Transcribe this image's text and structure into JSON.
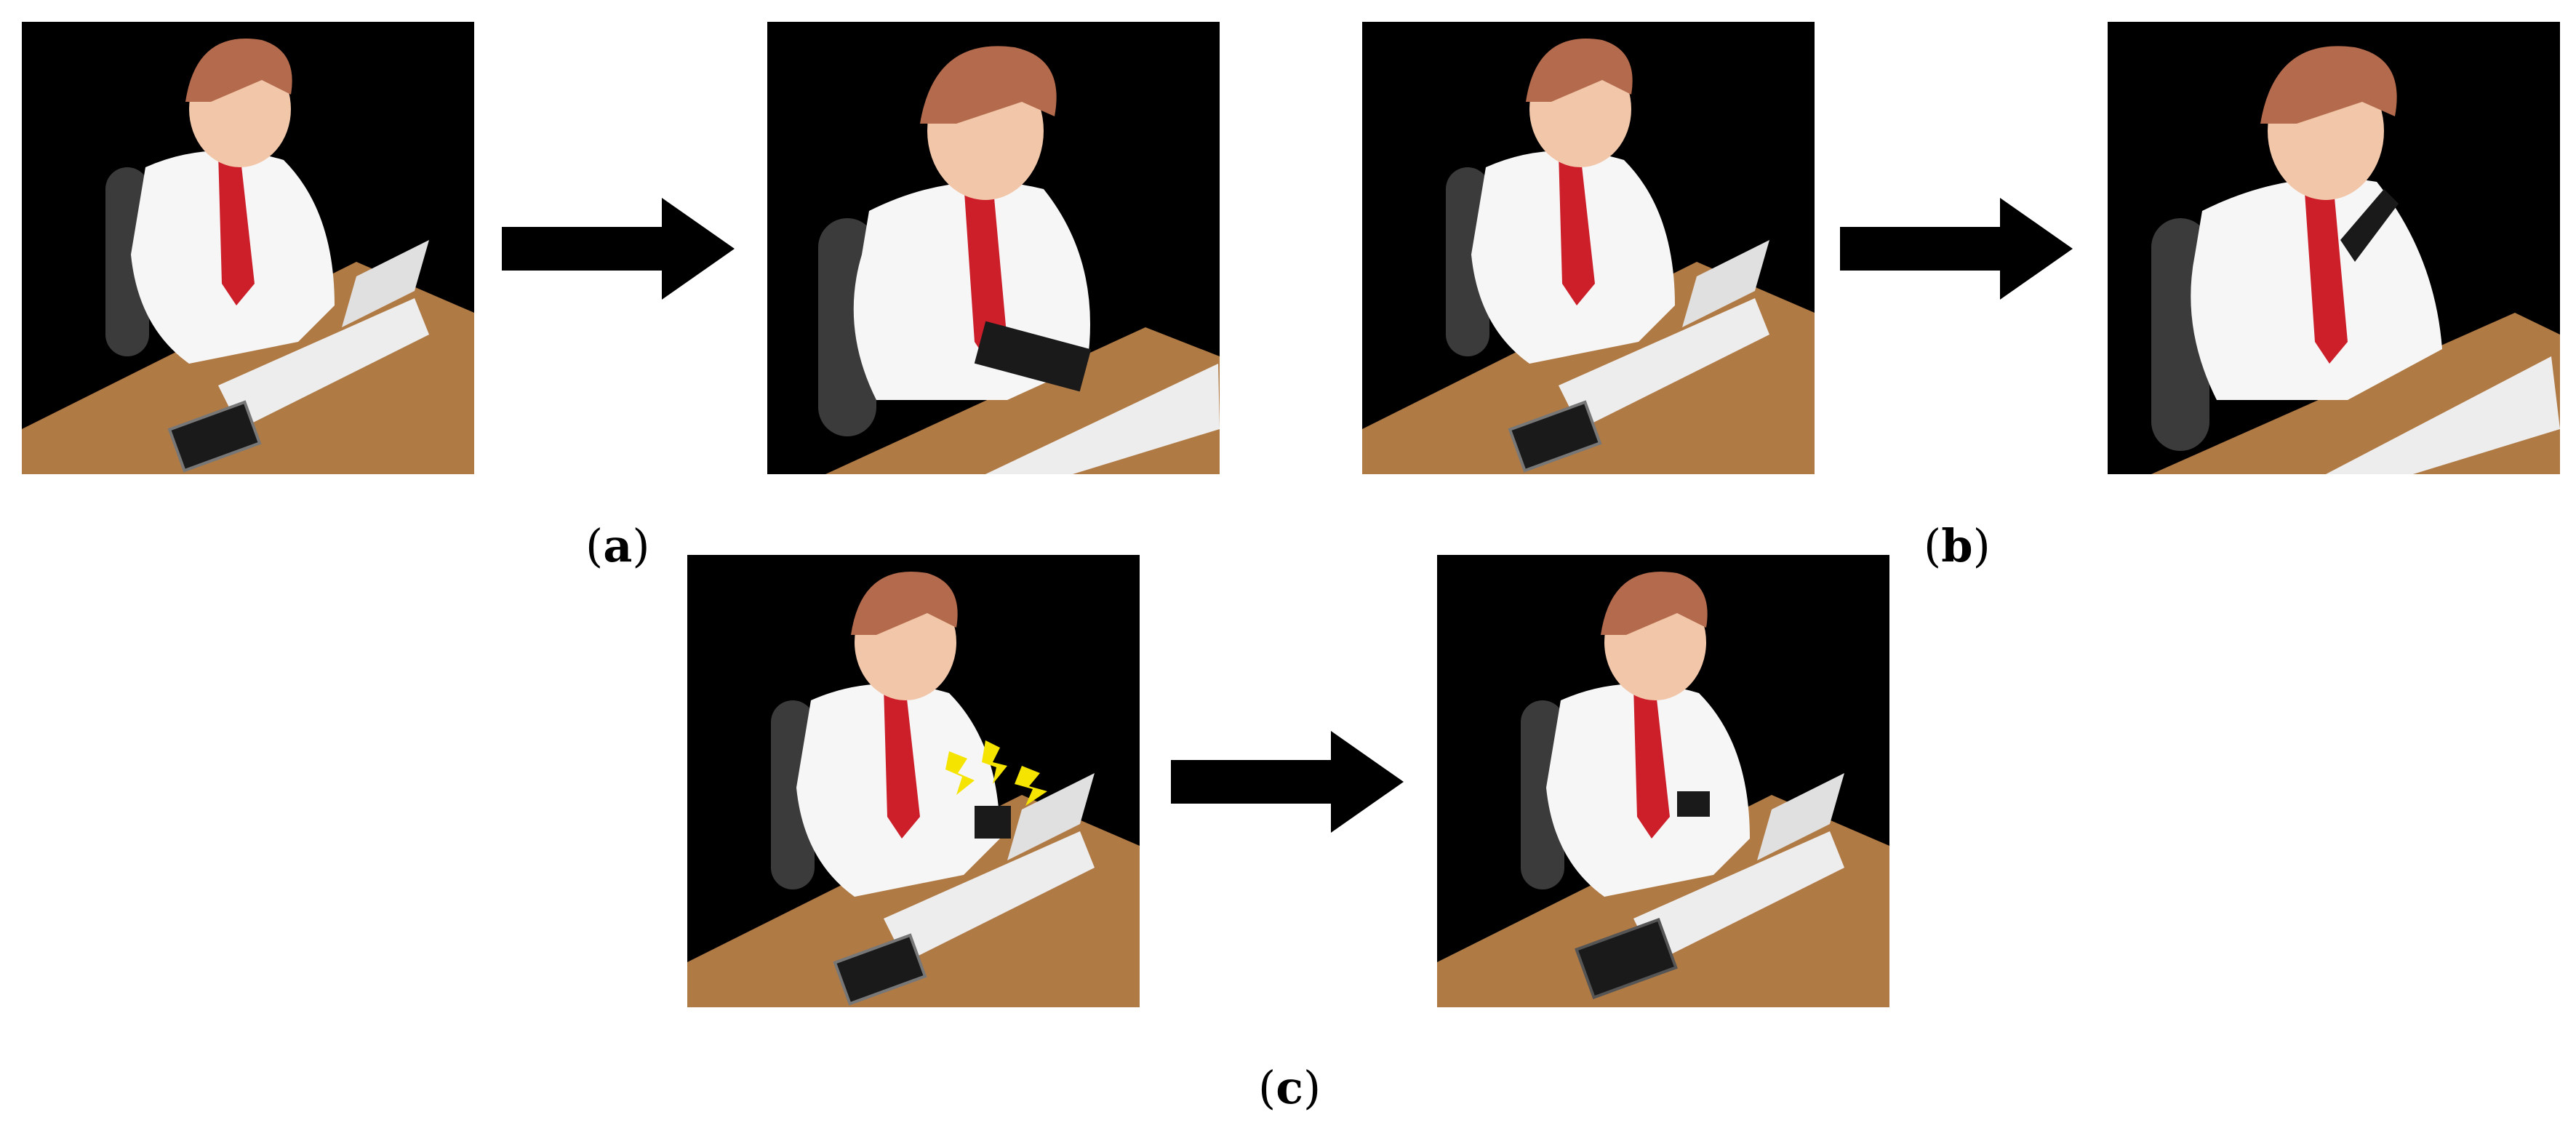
{
  "captions": {
    "a_label": "a",
    "b_label": "b",
    "c_label": "c"
  },
  "colors": {
    "background": "#000000",
    "desk": "#b07a45",
    "desk_edge": "#8a5c31",
    "shirt": "#f6f6f6",
    "tie": "#cc1f2a",
    "hair": "#b46a4c",
    "skin": "#f2c6a8",
    "chair": "#3b3b3b",
    "laptop": "#ededed",
    "alert": "#f5e400"
  },
  "panels": [
    {
      "id": "a1",
      "scene": "typing-tablet-on-desk"
    },
    {
      "id": "a2",
      "scene": "holding-tablet-low"
    },
    {
      "id": "b1",
      "scene": "typing-tablet-on-desk"
    },
    {
      "id": "b2",
      "scene": "holding-tablet-up"
    },
    {
      "id": "c1",
      "scene": "typing-smartwatch-alert"
    },
    {
      "id": "c2",
      "scene": "typing-smartwatch"
    }
  ]
}
